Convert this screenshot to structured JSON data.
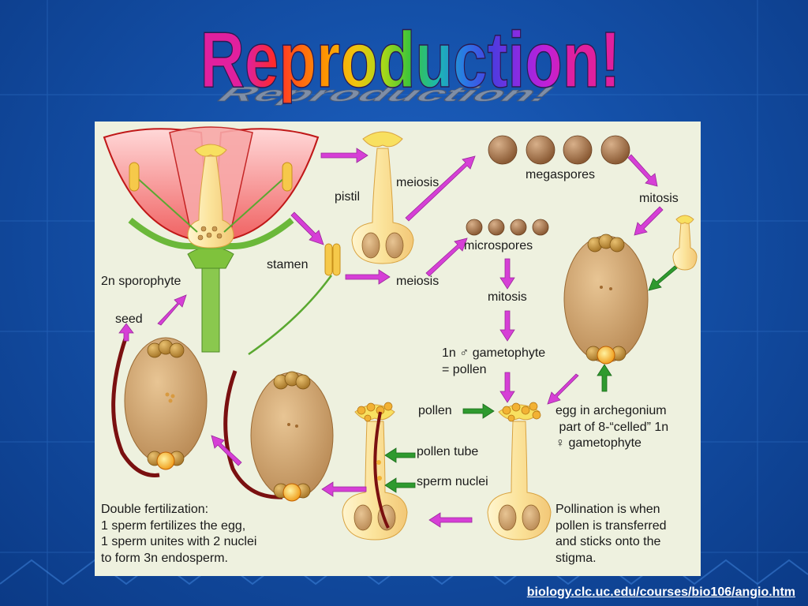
{
  "slide": {
    "title": "Reproduction!",
    "title_colors": [
      "#e0209e",
      "#ff2a2a",
      "#ff6a10",
      "#ff9a00",
      "#f1c40f",
      "#a8d818",
      "#3bc43b",
      "#1bb8b0",
      "#2a78e6",
      "#4a3ce0",
      "#8a2be2",
      "#c020d8",
      "#e0209e"
    ],
    "source_url": "biology.clc.uc.edu/courses/bio106/angio.htm"
  },
  "diagram": {
    "labels": {
      "pistil": "pistil",
      "meiosis_top": "meiosis",
      "megaspores": "megaspores",
      "mitosis_right": "mitosis",
      "stamen": "stamen",
      "microspores": "microspores",
      "meiosis_mid": "meiosis",
      "sporophyte": "2n sporophyte",
      "mitosis_mid": "mitosis",
      "seed": "seed",
      "gametophyte_male": "1n ♂ gametophyte\n= pollen",
      "pollen": "pollen",
      "egg_archegonium": "egg in archegonium\n part of 8-“celled” 1n\n♀ gametophyte",
      "pollen_tube": "pollen tube",
      "sperm_nuclei": "sperm nuclei",
      "double_fertilization": "Double fertilization:\n1 sperm fertilizes the egg,\n1 sperm unites with 2 nuclei\nto form 3n endosperm.",
      "pollination": "Pollination is when\npollen is transferred\nand sticks onto the\nstigma."
    },
    "colors": {
      "arrow_magenta": "#d63fd6",
      "arrow_green": "#2f9a2f",
      "petal": "#f07878",
      "ovule": "#c99a62",
      "pistil": "#fbe39a",
      "pollen_tube": "#7a1010",
      "panel_bg": "#eef1df"
    }
  }
}
